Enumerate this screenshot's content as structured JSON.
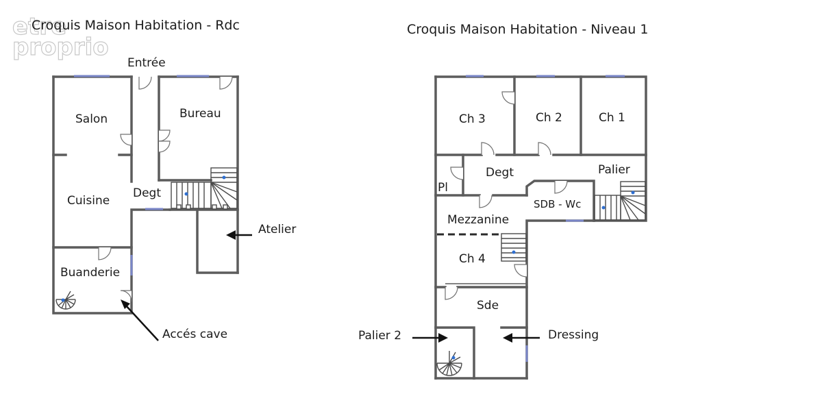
{
  "watermark": {
    "line1": "etre",
    "line2": "proprio"
  },
  "titles": {
    "rdc": "Croquis Maison Habitation - Rdc",
    "niveau1": "Croquis Maison Habitation - Niveau 1"
  },
  "rdc": {
    "entree": "Entrée",
    "salon": "Salon",
    "bureau": "Bureau",
    "cuisine": "Cuisine",
    "degt": "Degt",
    "atelier": "Atelier",
    "buanderie": "Buanderie",
    "acces_cave": "Accés cave"
  },
  "niveau1": {
    "ch3": "Ch 3",
    "ch2": "Ch 2",
    "ch1": "Ch 1",
    "degt": "Degt",
    "palier": "Palier",
    "pl": "Pl",
    "sdb_wc": "SDB - Wc",
    "mezzanine": "Mezzanine",
    "ch4": "Ch 4",
    "sde": "Sde",
    "palier2": "Palier 2",
    "dressing": "Dressing"
  },
  "colors": {
    "wall": "#5c5c5c",
    "window": "#7a86c8",
    "stair_marker": "#2f6fd0"
  }
}
